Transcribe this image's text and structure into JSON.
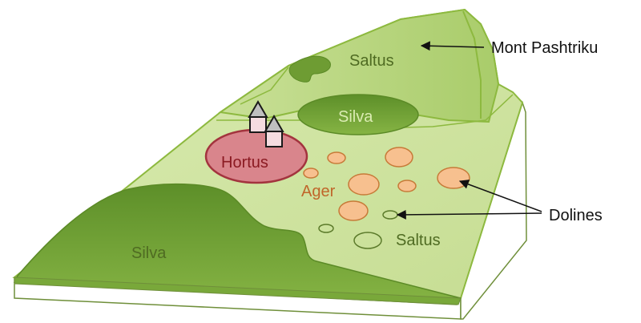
{
  "labels": {
    "saltus_top": "Saltus",
    "silva_top": "Silva",
    "hortus": "Hortus",
    "ager": "Ager",
    "saltus_bottom": "Saltus",
    "silva_bottom": "Silva"
  },
  "callouts": {
    "mountain": "Mont Pashtriku",
    "dolines": "Dolines"
  },
  "colors": {
    "plateau_light": "#cfe3a2",
    "plateau_edge": "#8db93f",
    "forest": "#6e9c33",
    "hortus_fill": "#d9858c",
    "hortus_text": "#8b1a22",
    "doline_fill": "#f7c08f",
    "ager_text": "#c0662a",
    "zone_text": "#4f6b22",
    "base_side": "#ffffff"
  }
}
